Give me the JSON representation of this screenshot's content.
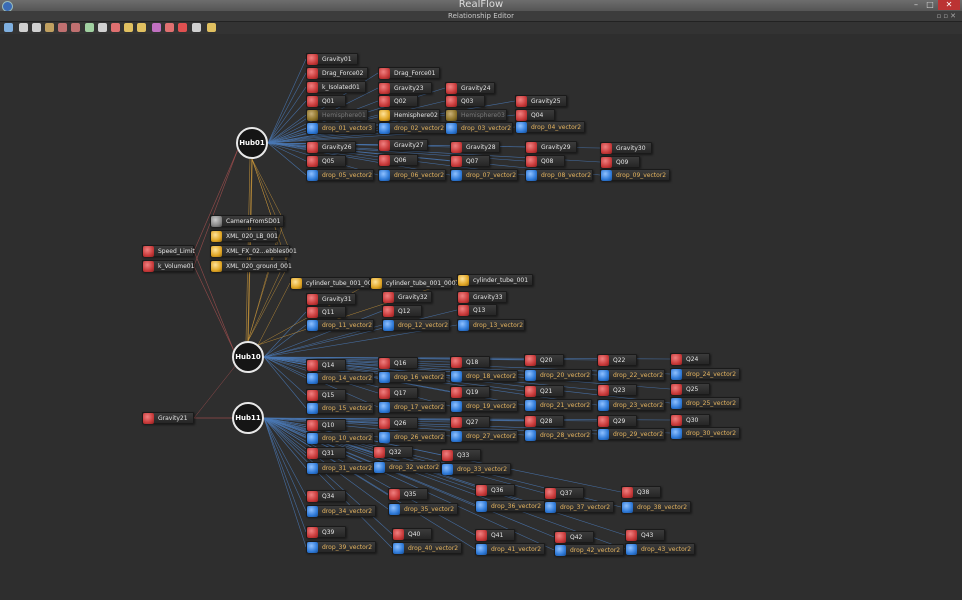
{
  "app": {
    "title": "RealFlow"
  },
  "panel": {
    "title": "Relationship Editor"
  },
  "toolbar": {
    "icons": [
      "undo-icon",
      "redo-icon",
      "new-icon",
      "open-icon",
      "save-icon",
      "refresh-icon",
      "zoom-fit-icon",
      "zoom-icon",
      "layout-icon",
      "link-icon",
      "folder-icon",
      "connect-icon",
      "disconnect-icon",
      "delete-icon",
      "grid-icon",
      "axis-icon"
    ]
  },
  "colors": {
    "background": "#2e2e2e",
    "wire_blue": "#4a78b4",
    "wire_orange": "#c9963a",
    "wire_red": "#a85050",
    "node_red": "#c83a3a",
    "node_blue": "#2f7ad8",
    "node_yellow": "#e0a524"
  },
  "hubs": [
    {
      "id": "hub01",
      "label": "Hub01"
    },
    {
      "id": "hub10",
      "label": "Hub10"
    },
    {
      "id": "hub11",
      "label": "Hub11"
    }
  ],
  "nodes": [
    {
      "id": "gravity01",
      "label": "Gravity01",
      "type": "red"
    },
    {
      "id": "dragforce02a",
      "label": "Drag_Force02",
      "type": "red"
    },
    {
      "id": "dragforce02b",
      "label": "Drag_Force01",
      "type": "red"
    },
    {
      "id": "kisolated",
      "label": "k_Isolated01",
      "type": "red"
    },
    {
      "id": "gravity23",
      "label": "Gravity23",
      "type": "red"
    },
    {
      "id": "gravity24",
      "label": "Gravity24",
      "type": "red"
    },
    {
      "id": "q01",
      "label": "Q01",
      "type": "red"
    },
    {
      "id": "q02",
      "label": "Q02",
      "type": "red"
    },
    {
      "id": "q03",
      "label": "Q03",
      "type": "red"
    },
    {
      "id": "gravity25",
      "label": "Gravity25",
      "type": "red"
    },
    {
      "id": "q04",
      "label": "Q04",
      "type": "red"
    },
    {
      "id": "hemi01",
      "label": "Hemisphere01",
      "type": "dimy"
    },
    {
      "id": "hemi02",
      "label": "Hemisphere02",
      "type": "yellow"
    },
    {
      "id": "hemi03",
      "label": "Hemisphere03",
      "type": "dimy"
    },
    {
      "id": "drop01",
      "label": "drop_01_vector3",
      "type": "blue"
    },
    {
      "id": "drop02",
      "label": "drop_02_vector2",
      "type": "blue"
    },
    {
      "id": "drop03",
      "label": "drop_03_vector2",
      "type": "blue"
    },
    {
      "id": "drop04",
      "label": "drop_04_vector2",
      "type": "blue"
    },
    {
      "id": "gravity26",
      "label": "Gravity26",
      "type": "red"
    },
    {
      "id": "gravity27",
      "label": "Gravity27",
      "type": "red"
    },
    {
      "id": "gravity28",
      "label": "Gravity28",
      "type": "red"
    },
    {
      "id": "gravity29",
      "label": "Gravity29",
      "type": "red"
    },
    {
      "id": "gravity30",
      "label": "Gravity30",
      "type": "red"
    },
    {
      "id": "q05",
      "label": "Q05",
      "type": "red"
    },
    {
      "id": "q06",
      "label": "Q06",
      "type": "red"
    },
    {
      "id": "q07",
      "label": "Q07",
      "type": "red"
    },
    {
      "id": "q08",
      "label": "Q08",
      "type": "red"
    },
    {
      "id": "q09",
      "label": "Q09",
      "type": "red"
    },
    {
      "id": "drop05",
      "label": "drop_05_vector2",
      "type": "blue"
    },
    {
      "id": "drop06",
      "label": "drop_06_vector2",
      "type": "blue"
    },
    {
      "id": "drop07",
      "label": "drop_07_vector2",
      "type": "blue"
    },
    {
      "id": "drop08",
      "label": "drop_08_vector2",
      "type": "blue"
    },
    {
      "id": "drop09",
      "label": "drop_09_vector2",
      "type": "blue"
    },
    {
      "id": "camera",
      "label": "CameraFromSD01",
      "type": "gray"
    },
    {
      "id": "xml020lb",
      "label": "XML_020_LB_001",
      "type": "yellow"
    },
    {
      "id": "xmlfx02",
      "label": "XML_FX_02...ebbles001",
      "type": "yellow"
    },
    {
      "id": "xml020ground",
      "label": "XML_020_ground_001",
      "type": "yellow"
    },
    {
      "id": "speedlimit",
      "label": "Speed_Limit",
      "type": "red"
    },
    {
      "id": "kvolume",
      "label": "k_Volume01",
      "type": "red"
    },
    {
      "id": "cyl0002",
      "label": "cylinder_tube_001_0002",
      "type": "yellow"
    },
    {
      "id": "cyl0001",
      "label": "cylinder_tube_001_0001",
      "type": "yellow"
    },
    {
      "id": "cyl001",
      "label": "cylinder_tube_001",
      "type": "yellow"
    },
    {
      "id": "gravity31",
      "label": "Gravity31",
      "type": "red"
    },
    {
      "id": "gravity32",
      "label": "Gravity32",
      "type": "red"
    },
    {
      "id": "gravity33",
      "label": "Gravity33",
      "type": "red"
    },
    {
      "id": "q11",
      "label": "Q11",
      "type": "red"
    },
    {
      "id": "q12",
      "label": "Q12",
      "type": "red"
    },
    {
      "id": "q13",
      "label": "Q13",
      "type": "red"
    },
    {
      "id": "drop11",
      "label": "drop_11_vector2",
      "type": "blue"
    },
    {
      "id": "drop12",
      "label": "drop_12_vector2",
      "type": "blue"
    },
    {
      "id": "drop13",
      "label": "drop_13_vector2",
      "type": "blue"
    },
    {
      "id": "q14",
      "label": "Q14",
      "type": "red"
    },
    {
      "id": "q16",
      "label": "Q16",
      "type": "red"
    },
    {
      "id": "q18",
      "label": "Q18",
      "type": "red"
    },
    {
      "id": "q20",
      "label": "Q20",
      "type": "red"
    },
    {
      "id": "q22",
      "label": "Q22",
      "type": "red"
    },
    {
      "id": "q24",
      "label": "Q24",
      "type": "red"
    },
    {
      "id": "drop14",
      "label": "drop_14_vector2",
      "type": "blue"
    },
    {
      "id": "drop16",
      "label": "drop_16_vector2",
      "type": "blue"
    },
    {
      "id": "drop18",
      "label": "drop_18_vector2",
      "type": "blue"
    },
    {
      "id": "drop20",
      "label": "drop_20_vector2",
      "type": "blue"
    },
    {
      "id": "drop22",
      "label": "drop_22_vector2",
      "type": "blue"
    },
    {
      "id": "drop24",
      "label": "drop_24_vector2",
      "type": "blue"
    },
    {
      "id": "q15",
      "label": "Q15",
      "type": "red"
    },
    {
      "id": "q17",
      "label": "Q17",
      "type": "red"
    },
    {
      "id": "q19",
      "label": "Q19",
      "type": "red"
    },
    {
      "id": "q21",
      "label": "Q21",
      "type": "red"
    },
    {
      "id": "q23",
      "label": "Q23",
      "type": "red"
    },
    {
      "id": "q25",
      "label": "Q25",
      "type": "red"
    },
    {
      "id": "drop15",
      "label": "drop_15_vector2",
      "type": "blue"
    },
    {
      "id": "drop17",
      "label": "drop_17_vector2",
      "type": "blue"
    },
    {
      "id": "drop19",
      "label": "drop_19_vector2",
      "type": "blue"
    },
    {
      "id": "drop21",
      "label": "drop_21_vector2",
      "type": "blue"
    },
    {
      "id": "drop23",
      "label": "drop_23_vector2",
      "type": "blue"
    },
    {
      "id": "drop25",
      "label": "drop_25_vector2",
      "type": "blue"
    },
    {
      "id": "gravity21",
      "label": "Gravity21",
      "type": "red"
    },
    {
      "id": "q10",
      "label": "Q10",
      "type": "red"
    },
    {
      "id": "q26",
      "label": "Q26",
      "type": "red"
    },
    {
      "id": "q27",
      "label": "Q27",
      "type": "red"
    },
    {
      "id": "q28",
      "label": "Q28",
      "type": "red"
    },
    {
      "id": "q29",
      "label": "Q29",
      "type": "red"
    },
    {
      "id": "q30",
      "label": "Q30",
      "type": "red"
    },
    {
      "id": "drop10",
      "label": "drop_10_vector2",
      "type": "blue"
    },
    {
      "id": "drop26",
      "label": "drop_26_vector2",
      "type": "blue"
    },
    {
      "id": "drop27",
      "label": "drop_27_vector2",
      "type": "blue"
    },
    {
      "id": "drop28",
      "label": "drop_28_vector2",
      "type": "blue"
    },
    {
      "id": "drop29",
      "label": "drop_29_vector2",
      "type": "blue"
    },
    {
      "id": "drop30",
      "label": "drop_30_vector2",
      "type": "blue"
    },
    {
      "id": "q31",
      "label": "Q31",
      "type": "red"
    },
    {
      "id": "q32",
      "label": "Q32",
      "type": "red"
    },
    {
      "id": "q33",
      "label": "Q33",
      "type": "red"
    },
    {
      "id": "drop31",
      "label": "drop_31_vector2",
      "type": "blue"
    },
    {
      "id": "drop32",
      "label": "drop_32_vector2",
      "type": "blue"
    },
    {
      "id": "drop33",
      "label": "drop_33_vector2",
      "type": "blue"
    },
    {
      "id": "q34",
      "label": "Q34",
      "type": "red"
    },
    {
      "id": "q35",
      "label": "Q35",
      "type": "red"
    },
    {
      "id": "q36",
      "label": "Q36",
      "type": "red"
    },
    {
      "id": "q37",
      "label": "Q37",
      "type": "red"
    },
    {
      "id": "q38",
      "label": "Q38",
      "type": "red"
    },
    {
      "id": "drop34",
      "label": "drop_34_vector2",
      "type": "blue"
    },
    {
      "id": "drop35",
      "label": "drop_35_vector2",
      "type": "blue"
    },
    {
      "id": "drop36",
      "label": "drop_36_vector2",
      "type": "blue"
    },
    {
      "id": "drop37",
      "label": "drop_37_vector2",
      "type": "blue"
    },
    {
      "id": "drop38",
      "label": "drop_38_vector2",
      "type": "blue"
    },
    {
      "id": "q39",
      "label": "Q39",
      "type": "red"
    },
    {
      "id": "q40",
      "label": "Q40",
      "type": "red"
    },
    {
      "id": "q41",
      "label": "Q41",
      "type": "red"
    },
    {
      "id": "q42",
      "label": "Q42",
      "type": "red"
    },
    {
      "id": "q43",
      "label": "Q43",
      "type": "red"
    },
    {
      "id": "drop39",
      "label": "drop_39_vector2",
      "type": "blue"
    },
    {
      "id": "drop40",
      "label": "drop_40_vector2",
      "type": "blue"
    },
    {
      "id": "drop41",
      "label": "drop_41_vector2",
      "type": "blue"
    },
    {
      "id": "drop42",
      "label": "drop_42_vector2",
      "type": "blue"
    },
    {
      "id": "drop43",
      "label": "drop_43_vector2",
      "type": "blue"
    }
  ]
}
